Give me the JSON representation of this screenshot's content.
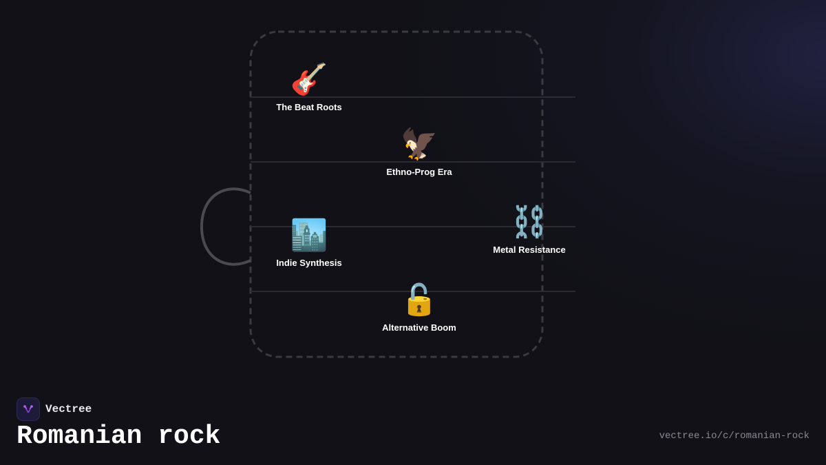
{
  "brand": {
    "name": "Vectree",
    "logo_icon": "vectree-logo-icon",
    "logo_color": "#8b3fd6"
  },
  "title": "Romanian rock",
  "url": "vectree.io/c/romanian-rock",
  "diagram": {
    "type": "timeline-flow",
    "line_color": "#3a3a40",
    "nodes": [
      {
        "id": "beat-roots",
        "emoji": "🎸",
        "icon": "electric-guitar-icon",
        "label": "The Beat Roots"
      },
      {
        "id": "ethno-prog",
        "emoji": "🦅",
        "icon": "eagle-icon",
        "label": "Ethno-Prog Era"
      },
      {
        "id": "indie-synthesis",
        "emoji": "🏙️",
        "icon": "cityscape-icon",
        "label": "Indie Synthesis"
      },
      {
        "id": "metal-resistance",
        "emoji": "⛓️",
        "icon": "chains-icon",
        "label": "Metal Resistance"
      },
      {
        "id": "alternative-boom",
        "emoji": "🔓",
        "icon": "unlocked-padlock-icon",
        "label": "Alternative Boom"
      }
    ]
  }
}
